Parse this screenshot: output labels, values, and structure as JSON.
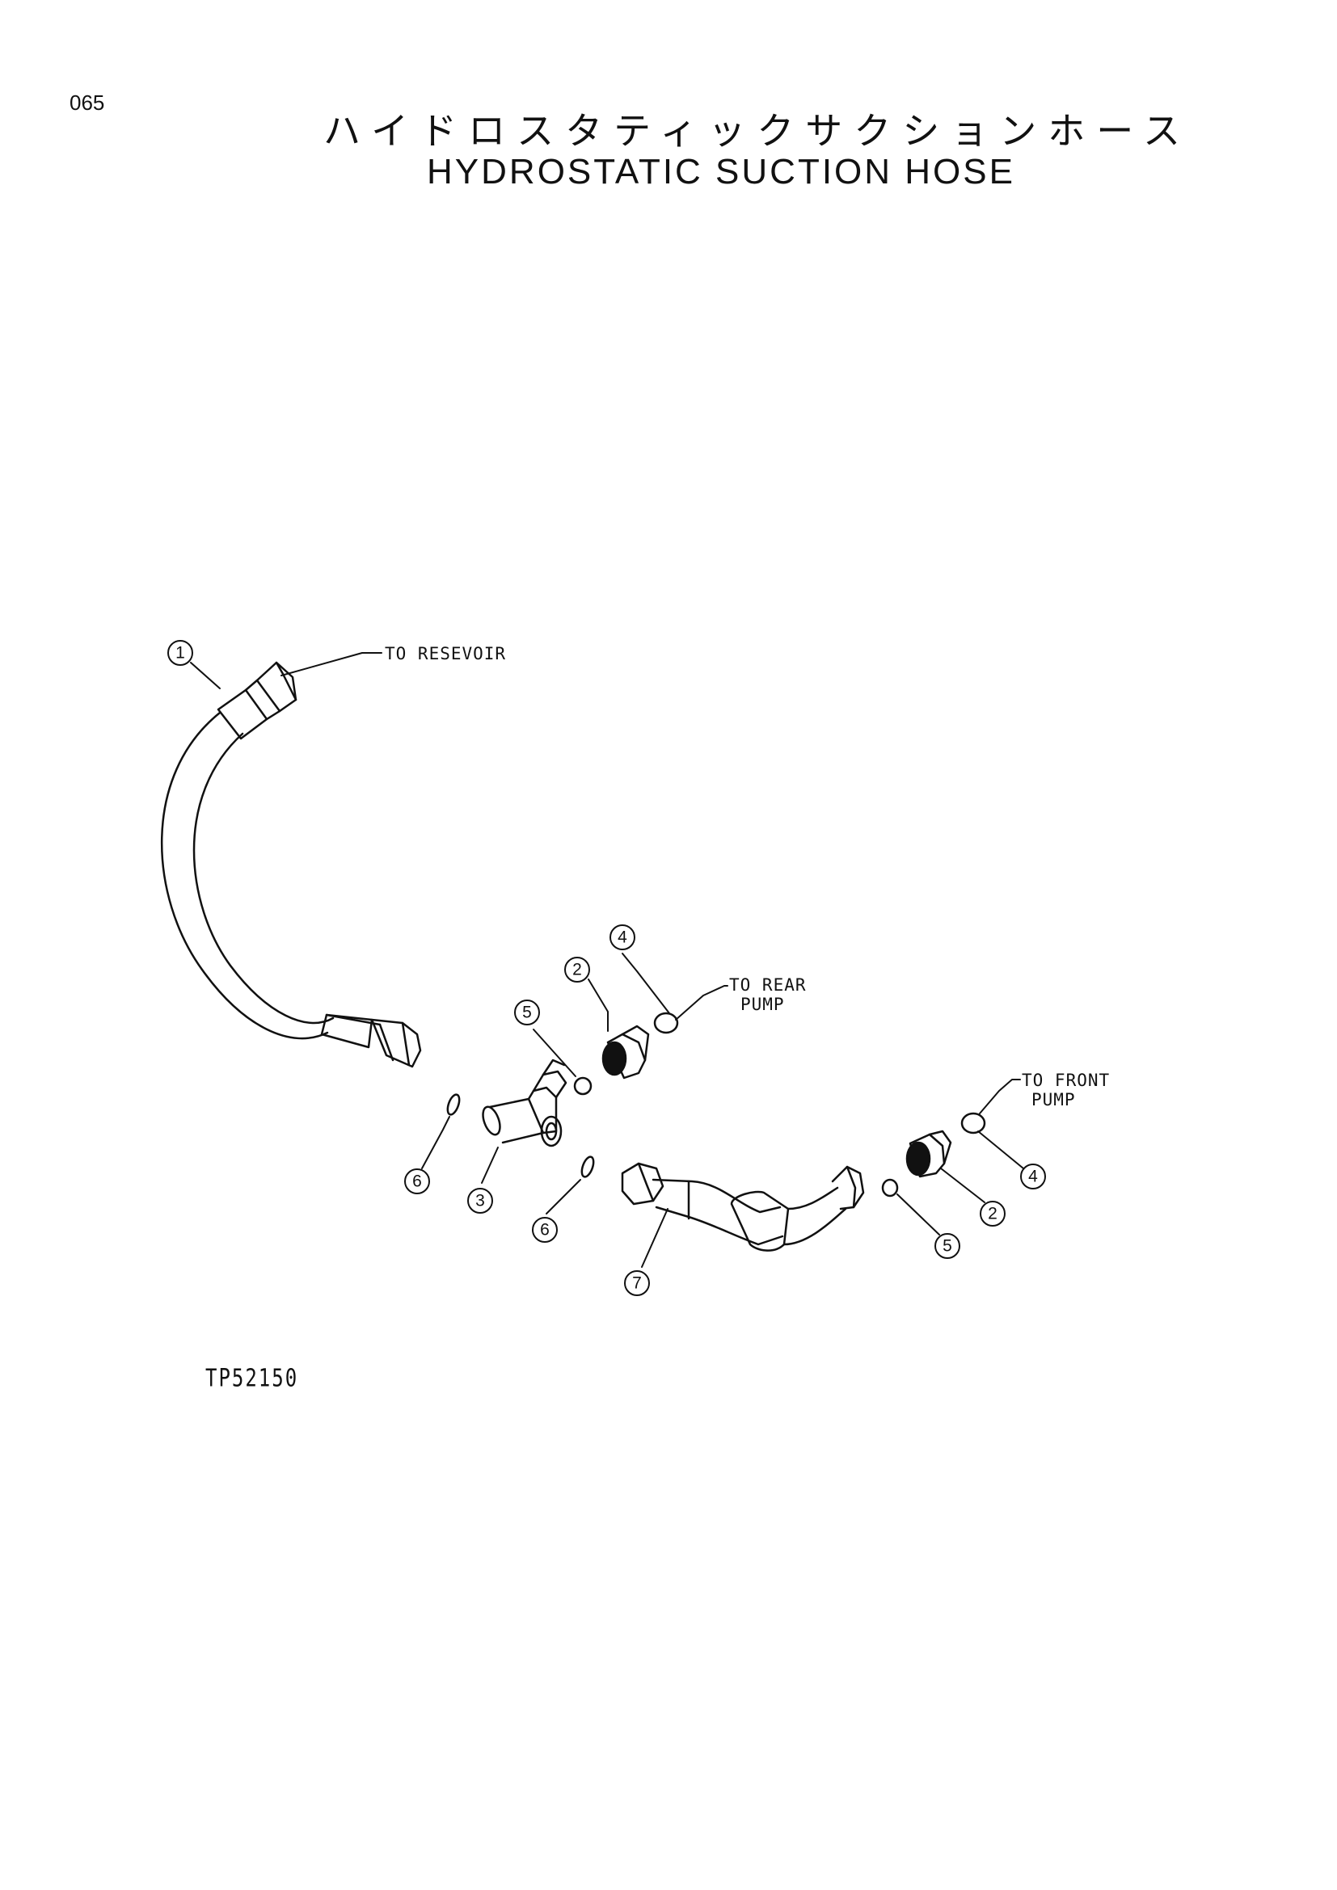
{
  "page": {
    "number": "065",
    "title_jp": "ハイドロスタティックサクションホース",
    "title_en": "HYDROSTATIC SUCTION HOSE",
    "doc_ref": "TP52150"
  },
  "callouts": [
    {
      "num": "1"
    },
    {
      "num": "4"
    },
    {
      "num": "2"
    },
    {
      "num": "5"
    },
    {
      "num": "6"
    },
    {
      "num": "3"
    },
    {
      "num": "6"
    },
    {
      "num": "7"
    },
    {
      "num": "4"
    },
    {
      "num": "2"
    },
    {
      "num": "5"
    }
  ],
  "annotations": {
    "reservoir": "TO RESEVOIR",
    "rear_pump_1": "TO REAR",
    "rear_pump_2": "PUMP",
    "front_pump_1": "TO FRONT",
    "front_pump_2": "PUMP"
  },
  "colors": {
    "ink": "#111111",
    "paper": "#ffffff"
  }
}
